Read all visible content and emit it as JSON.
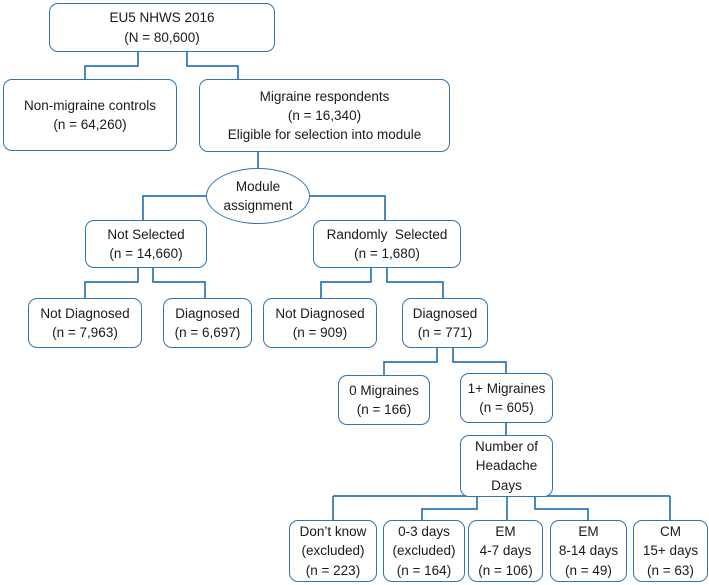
{
  "colors": {
    "line": "#2e75b6",
    "text": "#1a1a1a",
    "bg": "#ffffff"
  },
  "nodes": {
    "root": {
      "text": "EU5 NHWS 2016\n(N = 80,600)"
    },
    "controls": {
      "text": "Non-migraine controls\n(n = 64,260)"
    },
    "migraine": {
      "text": "Migraine respondents\n(n = 16,340)\nEligible for selection into module"
    },
    "module": {
      "text": "Module\nassignment"
    },
    "not_selected": {
      "text": "Not Selected\n(n = 14,660)"
    },
    "randomly_selected": {
      "text": "Randomly  Selected\n(n = 1,680)"
    },
    "ns_not_diagnosed": {
      "text": "Not Diagnosed\n(n = 7,963)"
    },
    "ns_diagnosed": {
      "text": "Diagnosed\n(n = 6,697)"
    },
    "rs_not_diagnosed": {
      "text": "Not Diagnosed\n(n = 909)"
    },
    "rs_diagnosed": {
      "text": "Diagnosed\n(n = 771)"
    },
    "zero_migraines": {
      "text": "0 Migraines\n(n = 166)"
    },
    "oneplus_migraines": {
      "text": "1+ Migraines\n(n = 605)"
    },
    "headache_days": {
      "text": "Number of\nHeadache\nDays"
    },
    "dont_know": {
      "text": "Don’t know\n(excluded)\n(n = 223)"
    },
    "days_0_3": {
      "text": "0-3 days\n(excluded)\n(n = 164)"
    },
    "em_4_7": {
      "text": "EM\n4-7 days\n(n = 106)"
    },
    "em_8_14": {
      "text": "EM\n8-14 days\n(n = 49)"
    },
    "cm_15": {
      "text": "CM\n15+ days\n(n = 63)"
    }
  }
}
